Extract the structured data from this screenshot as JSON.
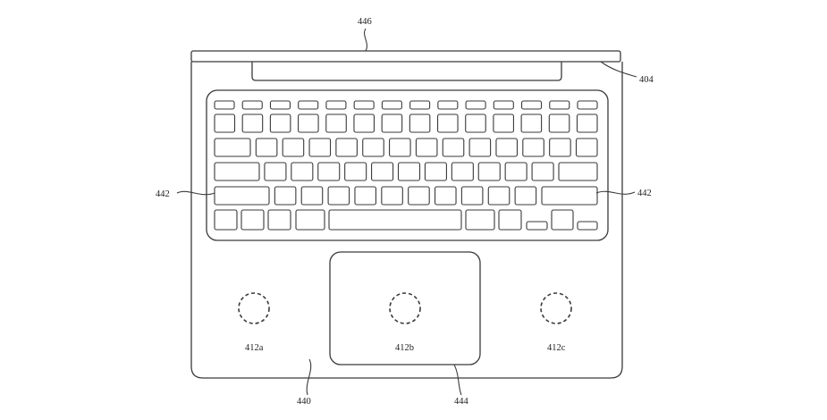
{
  "references": {
    "display_lid": "446",
    "hinge_corner": "404",
    "keyboard_left": "442",
    "keyboard_right": "442",
    "sensor_left": "412a",
    "sensor_center": "412b",
    "sensor_right": "412c",
    "housing": "440",
    "trackpad": "444"
  }
}
